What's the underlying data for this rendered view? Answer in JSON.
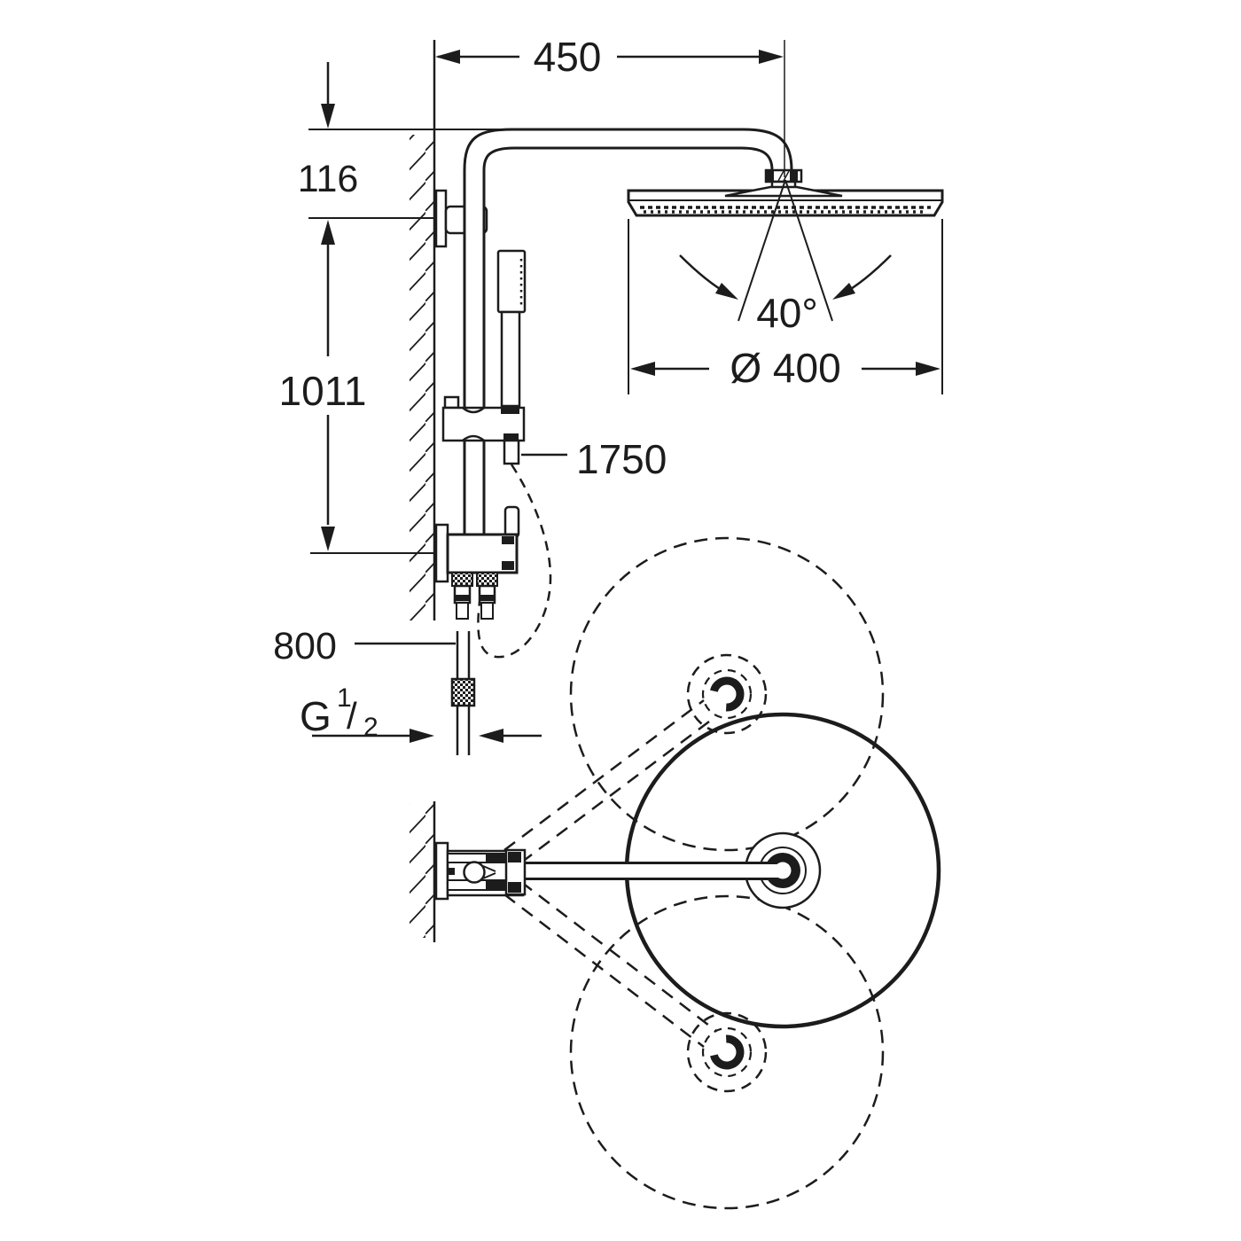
{
  "drawing": {
    "description": "shower-system-installation-dimension-drawing",
    "colors": {
      "ink": "#1c1c1c",
      "background": "#ffffff"
    },
    "labels": {
      "arm_projection": "450",
      "top_offset": "116",
      "rail_height": "1011",
      "hose_length": "1750",
      "supply_length": "800",
      "swivel_angle": "40°",
      "head_diameter": "Ø 400",
      "thread_letter": "G",
      "thread_numerator": "1",
      "thread_slash": "/",
      "thread_denominator": "2"
    }
  }
}
